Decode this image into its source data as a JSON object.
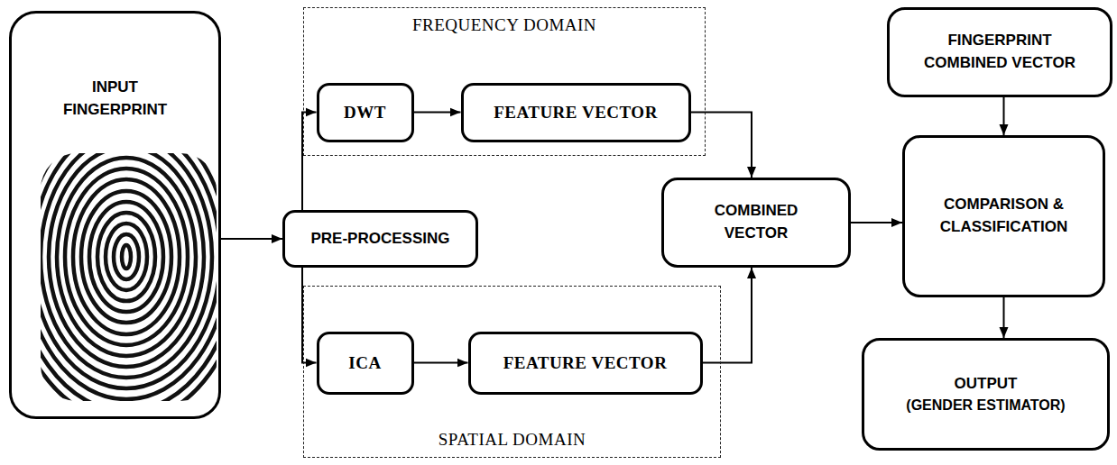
{
  "diagram": {
    "nodes": [
      {
        "text": [
          "INPUT FINGERPRINT"
        ]
      },
      {
        "text": [
          "FREQUENCY DOMAIN"
        ]
      },
      {
        "text": [
          "DWT"
        ],
        "in": 1
      },
      {
        "text": [
          "FEATURE VECTOR"
        ],
        "in": 1
      },
      {
        "text": [
          "PRE-PROCESSING"
        ]
      },
      {
        "text": [
          "SPATIAL DOMAIN"
        ]
      },
      {
        "text": [
          "ICA"
        ],
        "in": 5
      },
      {
        "text": [
          "FEATURE VECTOR"
        ],
        "in": 5
      },
      {
        "text": [
          "COMBINED VECTOR"
        ]
      },
      {
        "text": [
          "FINGERPRINT COMBINED VECTOR"
        ]
      },
      {
        "text": [
          "COMPARISON & CLASSIFICATION"
        ]
      },
      {
        "text": [
          "OUTPUT",
          "(GENDER ESTIMATOR)"
        ]
      }
    ],
    "edges": [
      {
        "from": 0,
        "to": 4,
        "arrow": "to"
      },
      {
        "from": 4,
        "to": 2,
        "arrow": "to"
      },
      {
        "from": 4,
        "to": 6,
        "arrow": "to"
      },
      {
        "from": 2,
        "to": 3,
        "arrow": "to"
      },
      {
        "from": 6,
        "to": 7,
        "arrow": "to"
      },
      {
        "from": 3,
        "to": 8,
        "arrow": "to"
      },
      {
        "from": 7,
        "to": 8,
        "arrow": "to"
      },
      {
        "from": 8,
        "to": 10,
        "arrow": "to"
      },
      {
        "from": 9,
        "to": 10,
        "arrow": "to"
      },
      {
        "from": 10,
        "to": 11,
        "arrow": "to"
      }
    ]
  }
}
